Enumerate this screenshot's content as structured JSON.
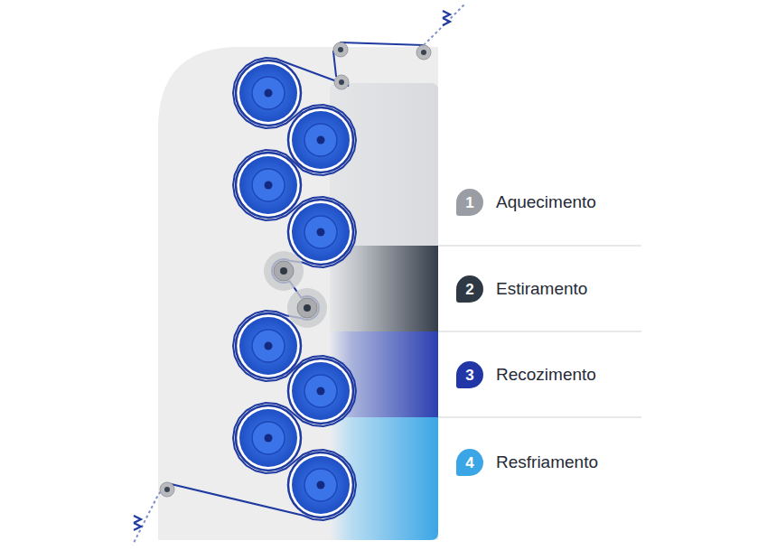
{
  "diagram": {
    "nodes": [
      {
        "text": [
          "1",
          "Aquecimento"
        ]
      },
      {
        "text": [
          "2",
          "Estiramento"
        ]
      },
      {
        "text": [
          "3",
          "Recozimento"
        ]
      },
      {
        "text": [
          "4",
          "Resfriamento"
        ]
      }
    ]
  }
}
